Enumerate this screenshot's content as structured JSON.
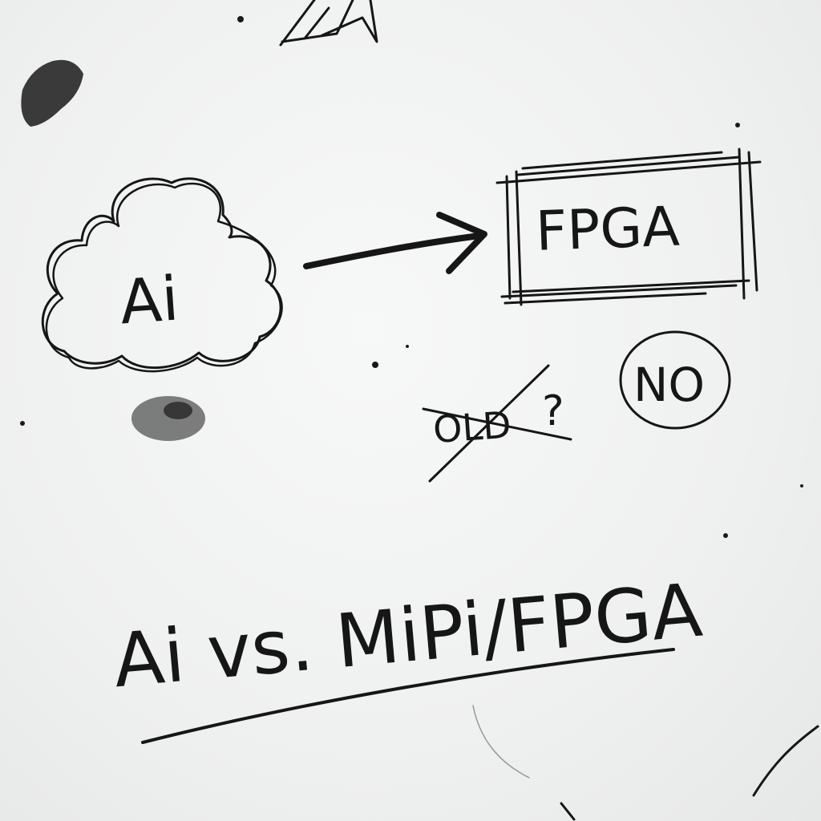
{
  "diagram": {
    "nodes": [
      {
        "id": "ai",
        "label": "Ai",
        "shape": "cloud"
      },
      {
        "id": "fpga",
        "label": "FPGA",
        "shape": "box"
      }
    ],
    "edges": [
      {
        "from": "ai",
        "to": "fpga",
        "style": "arrow"
      }
    ],
    "notes": {
      "crossed_word": "OLD",
      "question_mark": "?",
      "circled_word": "NO"
    },
    "headline": "Ai vs. MiPi/FPGA"
  },
  "colors": {
    "ink": "#161616",
    "board": "#f1f2f2"
  }
}
